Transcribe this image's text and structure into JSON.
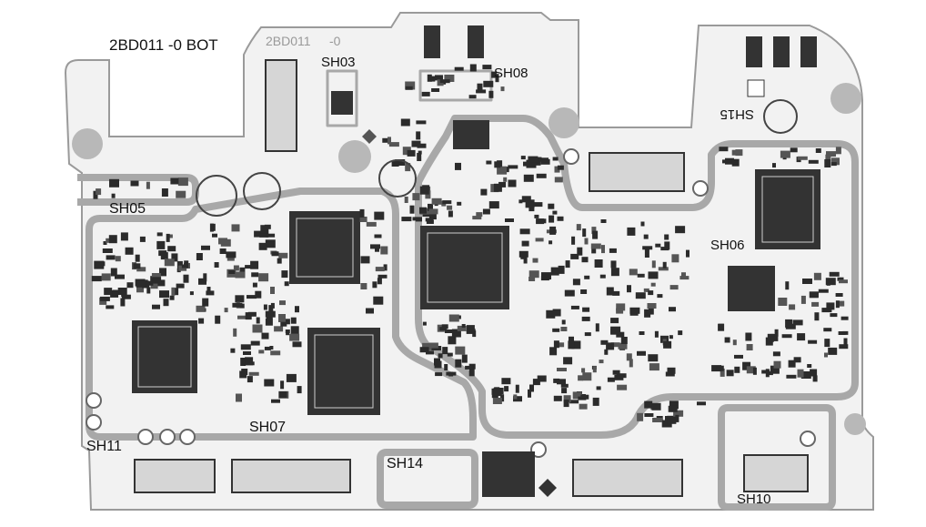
{
  "board": {
    "title": "2BD011 -0 BOT",
    "silk_id": "2BD011",
    "silk_rev": "-0"
  },
  "shield_labels": [
    "SH03",
    "SH08",
    "SH15",
    "SH05",
    "SH06",
    "SH07",
    "SH11",
    "SH14",
    "SH10"
  ],
  "colors": {
    "board_outline": "#9a9a9a",
    "shield_trace": "#a8a8a8",
    "component": "#2b2b2b",
    "pad": "#d0d0d0",
    "hole": "#b8b8b8",
    "silkscreen": "#111111"
  }
}
